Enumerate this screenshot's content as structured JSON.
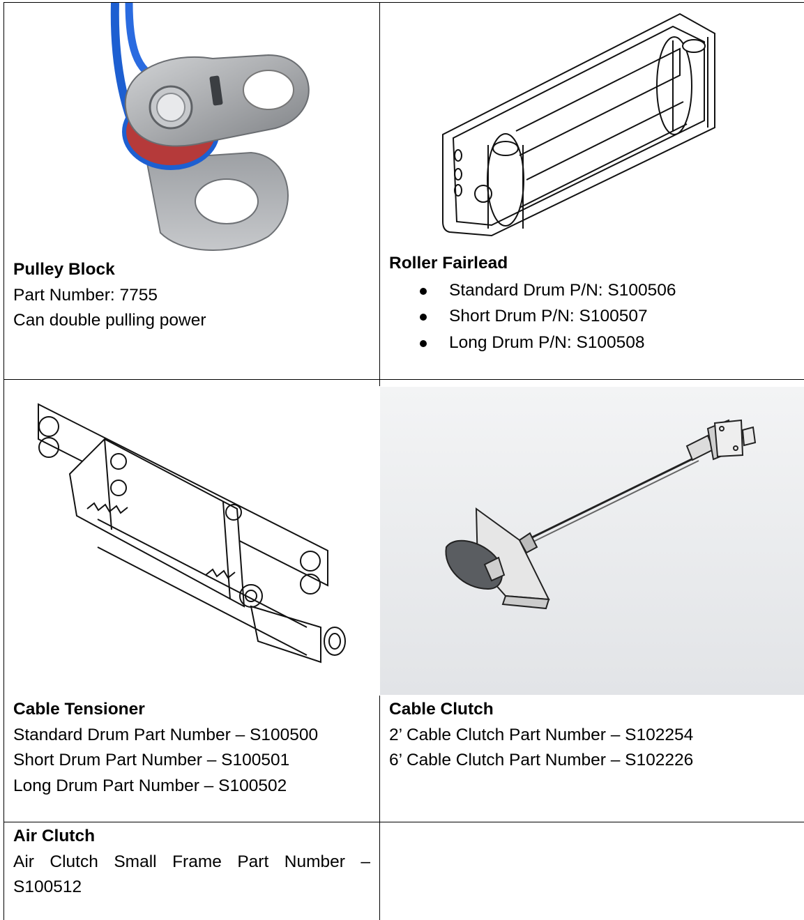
{
  "pulley_block": {
    "title": "Pulley Block",
    "line1": "Part Number: 7755",
    "line2": "Can double pulling power"
  },
  "roller_fairlead": {
    "title": "Roller Fairlead",
    "items": [
      "Standard Drum P/N:  S100506",
      "Short Drum P/N:   S100507",
      "Long Drum P/N:   S100508"
    ]
  },
  "cable_tensioner": {
    "title": "Cable Tensioner",
    "lines": [
      "Standard Drum Part Number – S100500",
      "Short Drum Part Number – S100501",
      "Long Drum Part Number – S100502"
    ]
  },
  "cable_clutch": {
    "title": "Cable Clutch",
    "lines": [
      "2’ Cable Clutch Part Number – S102254",
      "6’ Cable Clutch Part Number – S102226"
    ]
  },
  "air_clutch": {
    "title": "Air Clutch",
    "line1": "Air Clutch Small Frame Part Number –",
    "line2": "S100512"
  },
  "colors": {
    "rope_blue": "#1d5fd1",
    "metal": "#a8aaad",
    "render_bg": "#e4e6e9"
  }
}
